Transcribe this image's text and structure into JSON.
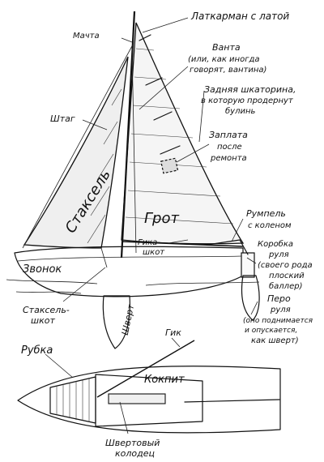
{
  "labels": {
    "mast": "Мачта",
    "latkarman": "Латкарман с латой",
    "vanta_1": "Ванта",
    "vanta_2": "(или, как иногда",
    "vanta_3": "говорят, вантина)",
    "shkatorina_1": "Задняя шкаторина,",
    "shkatorina_2": "в которую продернут",
    "shkatorina_3": "булинь",
    "shtag": "Штаг",
    "zaplata_1": "Заплата",
    "zaplata_2": "после",
    "zaplata_3": "ремонта",
    "stakel": "Стаксель",
    "grot": "Грот",
    "rumpel_1": "Румпель",
    "rumpel_2": "с коленом",
    "gika_1": "Гика-",
    "gika_2": "шкот",
    "korobka_1": "Коробка",
    "korobka_2": "руля",
    "korobka_3": "(своего рода",
    "korobka_4": "плоский",
    "korobka_5": "баллер)",
    "boat_name": "Звонок",
    "stakel_shkot_1": "Стаксель-",
    "stakel_shkot_2": "шкот",
    "shvert": "Шверт",
    "pero_1": "Перо",
    "pero_2": "руля",
    "pero_3": "(оно поднимается",
    "pero_4": "и опускается,",
    "pero_5": "как шверт)",
    "rubka": "Рубка",
    "gik": "Гик",
    "kokpit": "Кокпит",
    "kolodec_1": "Швертовый",
    "kolodec_2": "колодец"
  }
}
